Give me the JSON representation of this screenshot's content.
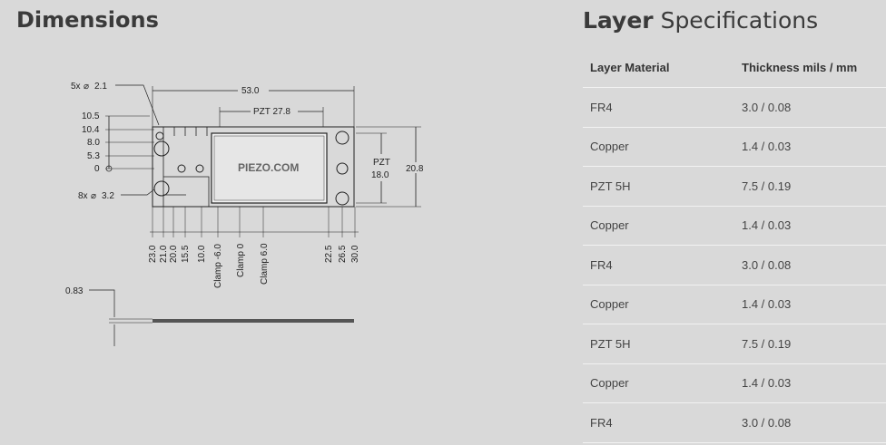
{
  "dimensions": {
    "title": "Dimensions",
    "labels": {
      "holes_small": "5x",
      "holes_small_dia": "2.1",
      "holes_large": "8x",
      "holes_large_dia": "3.2",
      "length": "53.0",
      "pzt_length": "PZT 27.8",
      "pzt_word": "PZT",
      "pzt_width": "18.0",
      "width": "20.8",
      "thickness": "0.83",
      "logo": "PIEZO.COM",
      "y_ticks": [
        "10.5",
        "10.4",
        "8.0",
        "5.3",
        "0"
      ],
      "x_ticks": [
        "23.0",
        "21.0",
        "20.0",
        "15.5",
        "10.0",
        "Clamp -6.0",
        "Clamp 0",
        "Clamp 6.0",
        "22.5",
        "26.5",
        "30.0"
      ]
    }
  },
  "specs": {
    "title_bold": "Layer",
    "title_rest": " Specifications",
    "headers": [
      "Layer Material",
      "Thickness mils / mm"
    ],
    "rows": [
      [
        "FR4",
        "3.0 / 0.08"
      ],
      [
        "Copper",
        "1.4 / 0.03"
      ],
      [
        "PZT 5H",
        "7.5 / 0.19"
      ],
      [
        "Copper",
        "1.4 / 0.03"
      ],
      [
        "FR4",
        "3.0 / 0.08"
      ],
      [
        "Copper",
        "1.4 / 0.03"
      ],
      [
        "PZT 5H",
        "7.5 / 0.19"
      ],
      [
        "Copper",
        "1.4 / 0.03"
      ],
      [
        "FR4",
        "3.0 / 0.08"
      ]
    ]
  }
}
